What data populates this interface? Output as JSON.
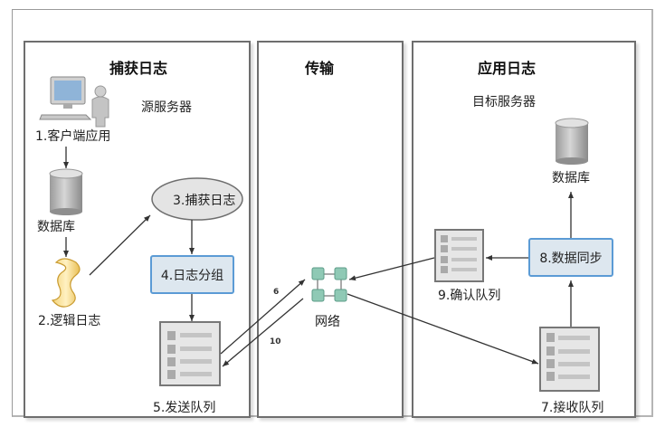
{
  "panels": {
    "capture": {
      "title": "捕获日志",
      "server_label": "源服务器",
      "client_app": "1.客户端应用",
      "database": "数据库",
      "logic_log": "2.逻辑日志",
      "capture_log": "3.捕获日志",
      "log_group": "4.日志分组",
      "send_queue": "5.发送队列"
    },
    "transport": {
      "title": "传输",
      "network": "网络",
      "edge_6": "6",
      "edge_10": "10"
    },
    "apply": {
      "title": "应用日志",
      "server_label": "目标服务器",
      "database": "数据库",
      "data_sync": "8.数据同步",
      "ack_queue": "9.确认队列",
      "receive_queue": "7.接收队列"
    }
  },
  "colors": {
    "panel_border": "#6e6e6e",
    "process_fill": "#dde7ef",
    "process_border": "#5b9bd5",
    "network_node": "#8fc9b5",
    "queue_fill": "#e6e6e6"
  }
}
